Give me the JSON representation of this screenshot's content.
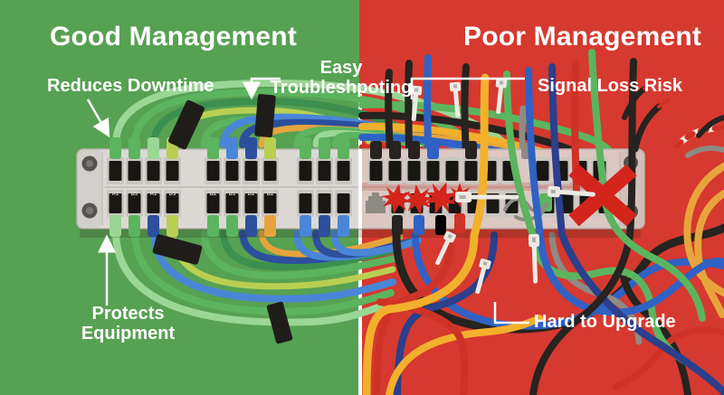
{
  "good": {
    "title": "Good Management",
    "labels": {
      "reduces_downtime": "Reduces Downtime",
      "easy_line1": "Easy",
      "easy_line2": "Troubleshpoting",
      "protects_line1": "Protects",
      "protects_line2": "Equipment"
    }
  },
  "poor": {
    "title": "Poor Management",
    "labels": {
      "signal_loss_risk": "Signal Loss Risk",
      "hard_to_upgrade": "Hard to Upgrade"
    }
  },
  "panel": {
    "port_labels": [
      "A1",
      "B3",
      "A1",
      "D3",
      "B2",
      "B1",
      "D2",
      "B2"
    ]
  },
  "palette": {
    "good_bg": "#57a153",
    "poor_bg": "#d6392f",
    "panel_face": "#dcd9d4",
    "panel_edge": "#b7b4ae",
    "divider": "#ffffff",
    "red_x": "#d3251c",
    "cable_green": "#5cb45f",
    "cable_light_green": "#9ad694",
    "cable_dark_green": "#3c8f4e",
    "cable_yellow_green": "#b9cf52",
    "cable_blue": "#4a86d8",
    "cable_dark_blue": "#2c4f9e",
    "cable_bright_blue": "#2f62c4",
    "cable_orange": "#e8a43c",
    "cable_yellow": "#f2b02c",
    "cable_black": "#262320",
    "cable_red": "#cf3226",
    "cable_gray": "#8e8a84",
    "cable_navy": "#2b3f8c",
    "strap_black": "#1f1d19",
    "tie_white": "#eceae5"
  }
}
